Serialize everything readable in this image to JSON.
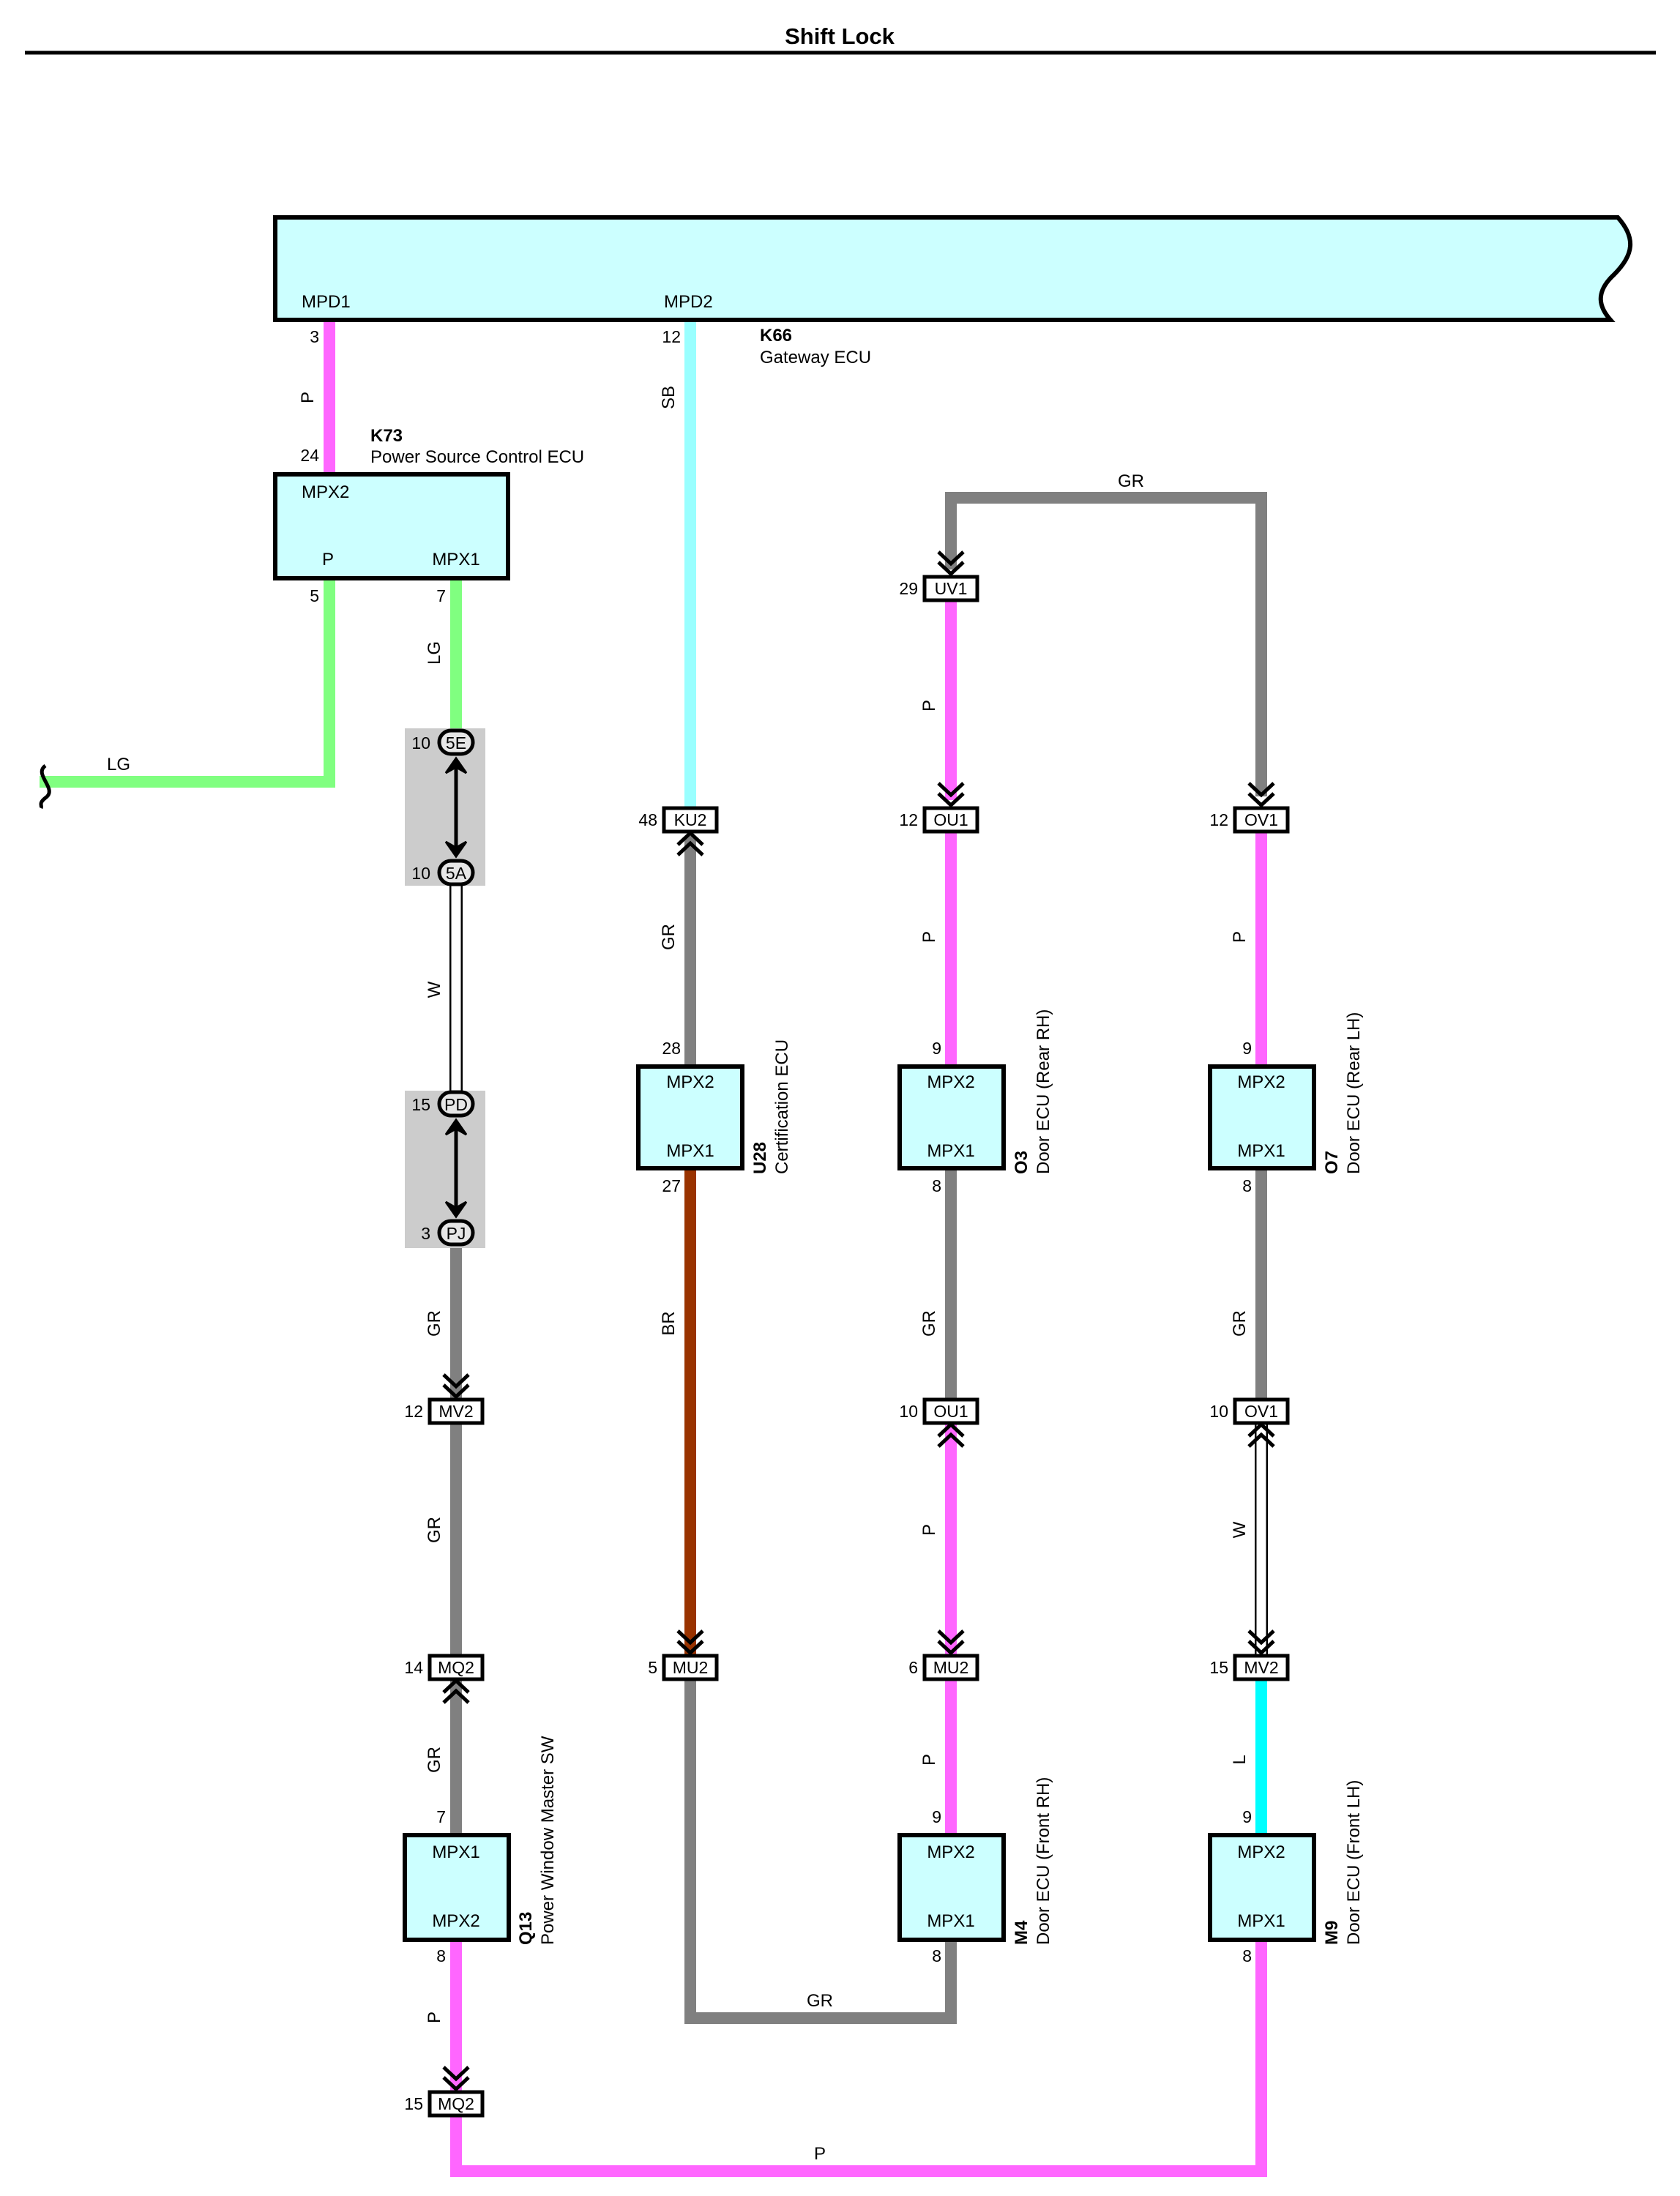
{
  "title": "Shift Lock",
  "colors": {
    "pink": "#ff66ff",
    "light_green": "#80ff80",
    "sky_blue": "#99ffff",
    "gray": "#808080",
    "brown": "#993300",
    "cyan": "#00ffff",
    "white_wire": "#ffffff",
    "ecu_fill": "#ccffff",
    "shaded_junction": "#cccccc"
  },
  "components": {
    "k66": {
      "code": "K66",
      "name": "Gateway ECU",
      "terminals": {
        "mpd1": "MPD1",
        "mpd2": "MPD2"
      },
      "pins": {
        "mpd1": "3",
        "mpd2": "12"
      }
    },
    "k73": {
      "code": "K73",
      "name": "Power Source Control ECU",
      "terminals": {
        "mpx2": "MPX2",
        "p": "P",
        "mpx1": "MPX1"
      },
      "pins": {
        "mpx2": "24",
        "p": "5",
        "mpx1": "7"
      }
    },
    "u28": {
      "code": "U28",
      "name": "Certification ECU",
      "terminals": {
        "top": "MPX2",
        "bottom": "MPX1"
      },
      "pins": {
        "top": "28",
        "bottom": "27"
      }
    },
    "o3": {
      "code": "O3",
      "name": "Door ECU (Rear RH)",
      "terminals": {
        "top": "MPX2",
        "bottom": "MPX1"
      },
      "pins": {
        "top": "9",
        "bottom": "8"
      }
    },
    "o7": {
      "code": "O7",
      "name": "Door ECU (Rear LH)",
      "terminals": {
        "top": "MPX2",
        "bottom": "MPX1"
      },
      "pins": {
        "top": "9",
        "bottom": "8"
      }
    },
    "q13": {
      "code": "Q13",
      "name": "Power Window Master SW",
      "terminals": {
        "top": "MPX1",
        "bottom": "MPX2"
      },
      "pins": {
        "top": "7",
        "bottom": "8"
      }
    },
    "m4": {
      "code": "M4",
      "name": "Door ECU (Front RH)",
      "terminals": {
        "top": "MPX2",
        "bottom": "MPX1"
      },
      "pins": {
        "top": "9",
        "bottom": "8"
      }
    },
    "m9": {
      "code": "M9",
      "name": "Door ECU (Front LH)",
      "terminals": {
        "top": "MPX2",
        "bottom": "MPX1"
      },
      "pins": {
        "top": "9",
        "bottom": "8"
      }
    }
  },
  "connectors": {
    "j5e": {
      "id": "5E",
      "pin": "10"
    },
    "j5a": {
      "id": "5A",
      "pin": "10"
    },
    "jpd": {
      "id": "PD",
      "pin": "15"
    },
    "jpj": {
      "id": "PJ",
      "pin": "3"
    },
    "mv2_left": {
      "id": "MV2",
      "pin": "12"
    },
    "mq2_upper": {
      "id": "MQ2",
      "pin": "14"
    },
    "mq2_lower": {
      "id": "MQ2",
      "pin": "15"
    },
    "ku2": {
      "id": "KU2",
      "pin": "48"
    },
    "mu2_mid": {
      "id": "MU2",
      "pin": "5"
    },
    "uv1": {
      "id": "UV1",
      "pin": "29"
    },
    "ou1_upper": {
      "id": "OU1",
      "pin": "12"
    },
    "ou1_lower": {
      "id": "OU1",
      "pin": "10"
    },
    "mu2_right": {
      "id": "MU2",
      "pin": "6"
    },
    "ov1_upper": {
      "id": "OV1",
      "pin": "12"
    },
    "ov1_lower": {
      "id": "OV1",
      "pin": "10"
    },
    "mv2_right": {
      "id": "MV2",
      "pin": "15"
    }
  },
  "wire_labels": {
    "k66_k73": "P",
    "k66_ku2": "SB",
    "k73_p_out": "LG",
    "k73_to_5e": "LG",
    "j5a_pd": "W",
    "pj_mv2": "GR",
    "mv2_mq2": "GR",
    "mq2_q13": "GR",
    "q13_mq2": "P",
    "bottom_p": "P",
    "ku2_u28": "GR",
    "u28_mu2": "BR",
    "bottom_gr": "GR",
    "top_gr": "GR",
    "uv1_ou1": "P",
    "ou1_o3": "P",
    "o3_ou1": "GR",
    "ou1_mu2": "P",
    "mu2_m4": "P",
    "ov1_o7": "P",
    "o7_ov1": "GR",
    "ov1_mv2": "W",
    "mv2_m9": "L"
  }
}
